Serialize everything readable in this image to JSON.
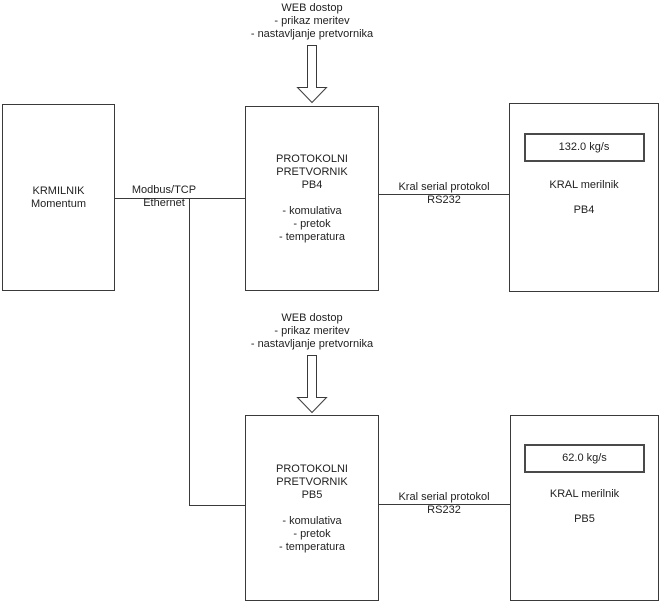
{
  "colors": {
    "line": "#3a3a3a",
    "text": "#1f1f1f",
    "background": "#ffffff"
  },
  "web_access": {
    "title": "WEB dostop",
    "items": [
      "- prikaz meritev",
      "- nastavljanje pretvornika"
    ]
  },
  "controller": {
    "lines": [
      "KRMILNIK",
      "Momentum"
    ]
  },
  "converter_pb4": {
    "title_lines": [
      "PROTOKOLNI",
      "PRETVORNIK",
      "PB4"
    ],
    "items": [
      "- komulativa",
      "- pretok",
      "- temperatura"
    ]
  },
  "converter_pb5": {
    "title_lines": [
      "PROTOKOLNI",
      "PRETVORNIK",
      "PB5"
    ],
    "items": [
      "- komulativa",
      "- pretok",
      "- temperatura"
    ]
  },
  "meter_pb4": {
    "display_value": "132.0 kg/s",
    "label": "KRAL merilnik",
    "unit_id": "PB4"
  },
  "meter_pb5": {
    "display_value": "62.0 kg/s",
    "label": "KRAL merilnik",
    "unit_id": "PB5"
  },
  "modbus_link": {
    "lines": [
      "Modbus/TCP",
      "Ethernet"
    ]
  },
  "serial_link": {
    "lines": [
      "Kral serial protokol",
      "RS232"
    ]
  }
}
